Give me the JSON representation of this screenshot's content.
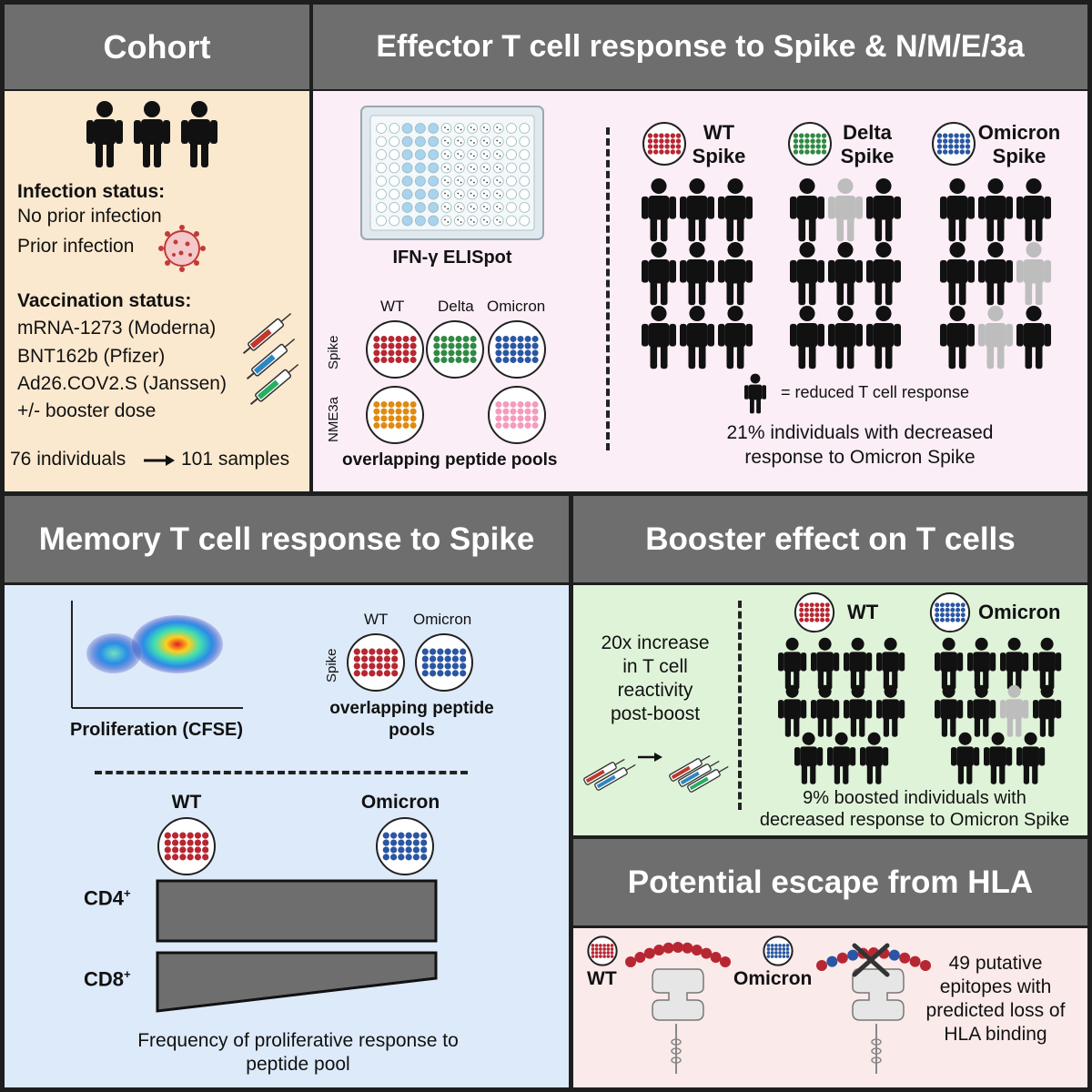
{
  "cohort": {
    "title": "Cohort",
    "infection_label": "Infection status:",
    "infection_items": [
      "No prior infection",
      "Prior infection"
    ],
    "vaccination_label": "Vaccination status:",
    "vaccination_items": [
      "mRNA-1273 (Moderna)",
      "BNT162b (Pfizer)",
      "Ad26.COV2.S (Janssen)",
      "+/- booster dose"
    ],
    "individuals": "76 individuals",
    "samples": "101 samples"
  },
  "effector": {
    "title": "Effector T cell response to Spike & N/M/E/3a",
    "assay": "IFN-γ ELISpot",
    "pool_cols": [
      "WT",
      "Delta",
      "Omicron"
    ],
    "row_labels": [
      "Spike",
      "NME3a"
    ],
    "pools_label": "overlapping peptide pools",
    "variants": [
      {
        "line1": "WT",
        "line2": "Spike"
      },
      {
        "line1": "Delta",
        "line2": "Spike"
      },
      {
        "line1": "Omicron",
        "line2": "Spike"
      }
    ],
    "legend": "= reduced T cell response",
    "summary_line1": "21% individuals with decreased",
    "summary_line2": "response to Omicron Spike"
  },
  "memory": {
    "title": "Memory T cell response to Spike",
    "plot_label": "Proliferation (CFSE)",
    "pool_cols": [
      "WT",
      "Omicron"
    ],
    "row_label": "Spike",
    "pools_line1": "overlapping peptide",
    "pools_line2": "pools",
    "wt": "WT",
    "omicron": "Omicron",
    "cd4": "CD4",
    "cd8": "CD8",
    "plus": "+",
    "freq_line1": "Frequency of proliferative response to",
    "freq_line2": "peptide pool"
  },
  "booster": {
    "title": "Booster effect on T cells",
    "increase_lines": [
      "20x increase",
      "in T cell",
      "reactivity",
      "post-boost"
    ],
    "wt": "WT",
    "omicron": "Omicron",
    "summary_line1": "9% boosted individuals with",
    "summary_line2": "decreased response to Omicron Spike"
  },
  "hla": {
    "title": "Potential escape from HLA",
    "wt": "WT",
    "omicron": "Omicron",
    "lines": [
      "49 putative",
      "epitopes with",
      "predicted loss of",
      "HLA binding"
    ]
  },
  "colors": {
    "header": "#6e6e6e",
    "cohort_bg": "#fbe9cf",
    "effector_bg": "#fbeef7",
    "memory_bg": "#ddeafa",
    "booster_bg": "#dff3d9",
    "hla_bg": "#fbeaea",
    "wt_red": "#b72732",
    "delta_green": "#2f8a43",
    "omicron_blue": "#2a56a3",
    "orange": "#e08a0f",
    "pink": "#f59bbd"
  }
}
